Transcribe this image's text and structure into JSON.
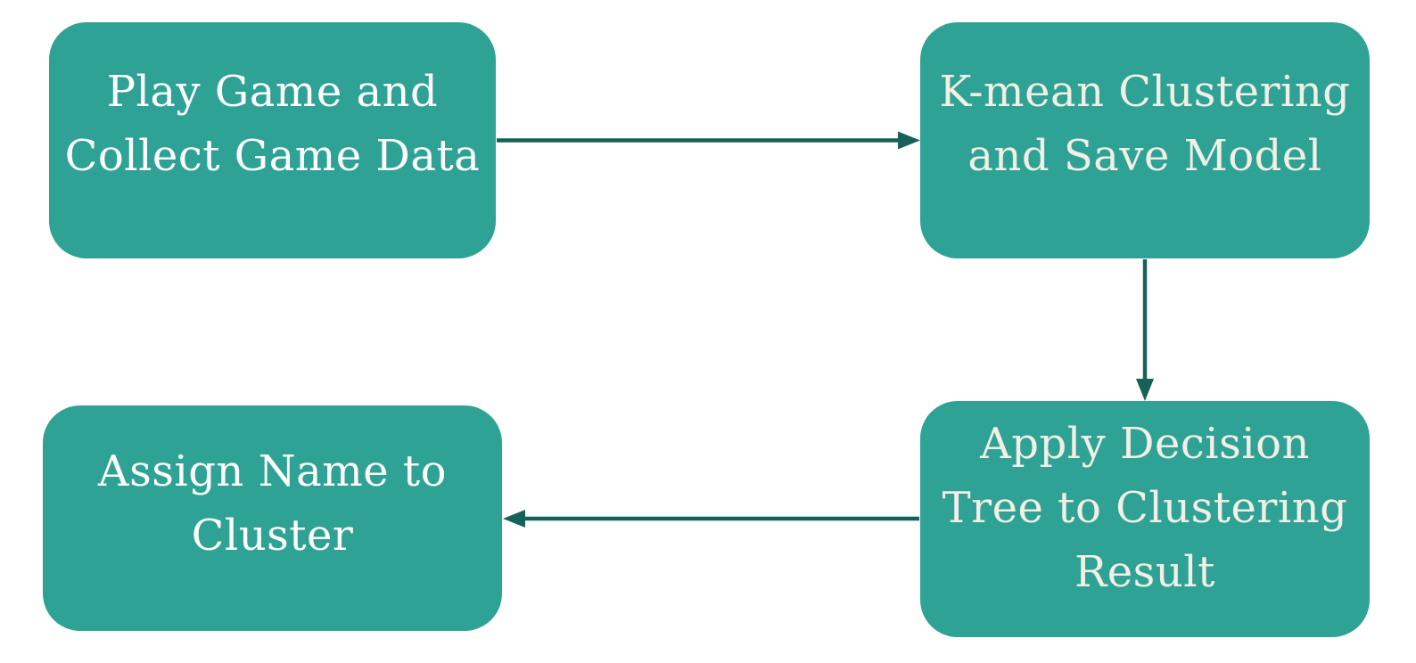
{
  "diagram": {
    "type": "flowchart",
    "background_color": "#FFFFFF",
    "node_fill_color": "#2FA296",
    "arrow_color": "#176258",
    "nodes": [
      {
        "id": "play-game",
        "lines": [
          "Play Game and",
          "Collect Game Data"
        ],
        "text": "Play Game and Collect Game Data",
        "fill": "#2FA296",
        "text_color": "#FFFFFF"
      },
      {
        "id": "kmean-clustering",
        "lines": [
          "K-mean Clustering",
          "and Save Model"
        ],
        "text": "K-mean Clustering and Save Model",
        "fill": "#2FA296",
        "text_color": "#F2EFE4"
      },
      {
        "id": "decision-tree",
        "lines": [
          "Apply Decision",
          "Tree to Clustering",
          "Result"
        ],
        "text": "Apply Decision Tree to Clustering Result",
        "fill": "#2FA296",
        "text_color": "#F2EFE4"
      },
      {
        "id": "assign-name",
        "lines": [
          "Assign Name to",
          "Cluster"
        ],
        "text": "Assign Name to Cluster",
        "fill": "#2FA296",
        "text_color": "#FDFDFA"
      }
    ],
    "edges": [
      {
        "from": "play-game",
        "to": "kmean-clustering",
        "direction": "right"
      },
      {
        "from": "kmean-clustering",
        "to": "decision-tree",
        "direction": "down"
      },
      {
        "from": "decision-tree",
        "to": "assign-name",
        "direction": "left"
      }
    ]
  }
}
